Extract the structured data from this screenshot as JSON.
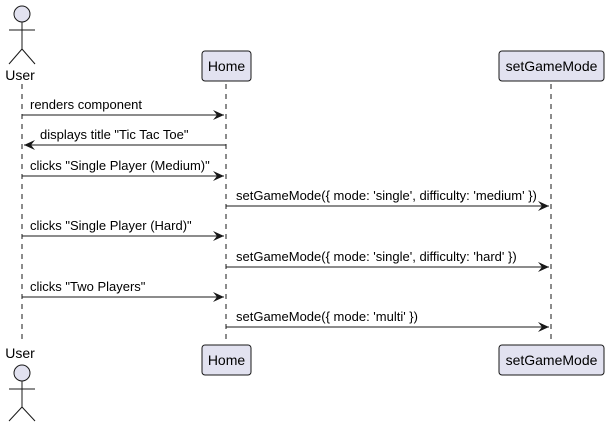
{
  "diagram": {
    "colors": {
      "participant_fill": "#e2e2f0",
      "participant_stroke": "#181818",
      "lifeline": "#181818",
      "arrow": "#181818"
    },
    "participants": [
      {
        "id": "user",
        "name": "User",
        "kind": "actor"
      },
      {
        "id": "home",
        "name": "Home",
        "kind": "participant"
      },
      {
        "id": "setgamemode",
        "name": "setGameMode",
        "kind": "participant"
      }
    ],
    "messages": [
      {
        "from": "user",
        "to": "home",
        "text": "renders component"
      },
      {
        "from": "home",
        "to": "user",
        "text": "displays title \"Tic Tac Toe\""
      },
      {
        "from": "user",
        "to": "home",
        "text": "clicks \"Single Player (Medium)\""
      },
      {
        "from": "home",
        "to": "setgamemode",
        "text": "setGameMode({ mode: 'single', difficulty: 'medium' })"
      },
      {
        "from": "user",
        "to": "home",
        "text": "clicks \"Single Player (Hard)\""
      },
      {
        "from": "home",
        "to": "setgamemode",
        "text": "setGameMode({ mode: 'single', difficulty: 'hard' })"
      },
      {
        "from": "user",
        "to": "home",
        "text": "clicks \"Two Players\""
      },
      {
        "from": "home",
        "to": "setgamemode",
        "text": "setGameMode({ mode: 'multi' })"
      }
    ]
  }
}
